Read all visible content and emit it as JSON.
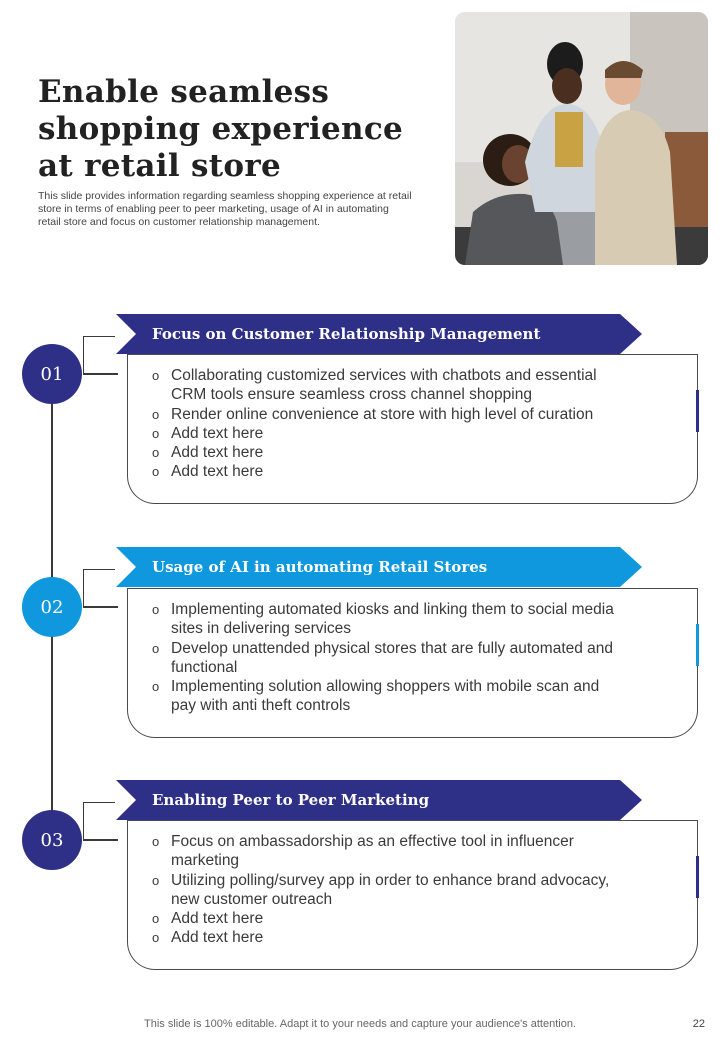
{
  "header": {
    "title": "Enable seamless shopping experience at retail store",
    "subtitle": "This slide provides information regarding seamless shopping experience at retail store in terms of enabling peer to peer marketing, usage of AI  in automating retail store and focus on customer relationship management."
  },
  "colors": {
    "dark_blue": "#2e3087",
    "light_blue": "#0f98de"
  },
  "sections": [
    {
      "number": "01",
      "heading": "Focus on Customer Relationship Management",
      "items": [
        "Collaborating customized services with chatbots and essential CRM tools ensure seamless cross channel shopping",
        "Render online convenience  at store with high level of curation",
        "Add text here",
        "Add text here",
        "Add text here"
      ]
    },
    {
      "number": "02",
      "heading": "Usage of AI in automating Retail Stores",
      "items": [
        "Implementing  automated kiosks and linking them to social media sites in delivering services",
        "Develop  unattended  physical stores that are fully automated and functional",
        "Implementing  solution allowing shoppers with mobile scan and pay with anti theft  controls"
      ]
    },
    {
      "number": "03",
      "heading": "Enabling Peer to Peer Marketing",
      "items": [
        "Focus on ambassadorship as an effective tool in influencer marketing",
        "Utilizing polling/survey  app in order to enhance  brand advocacy, new customer outreach",
        "Add text here",
        "Add text here"
      ]
    }
  ],
  "footer": {
    "text": "This slide is 100% editable. Adapt it to your needs and capture your audience's attention.",
    "page_number": "22"
  }
}
